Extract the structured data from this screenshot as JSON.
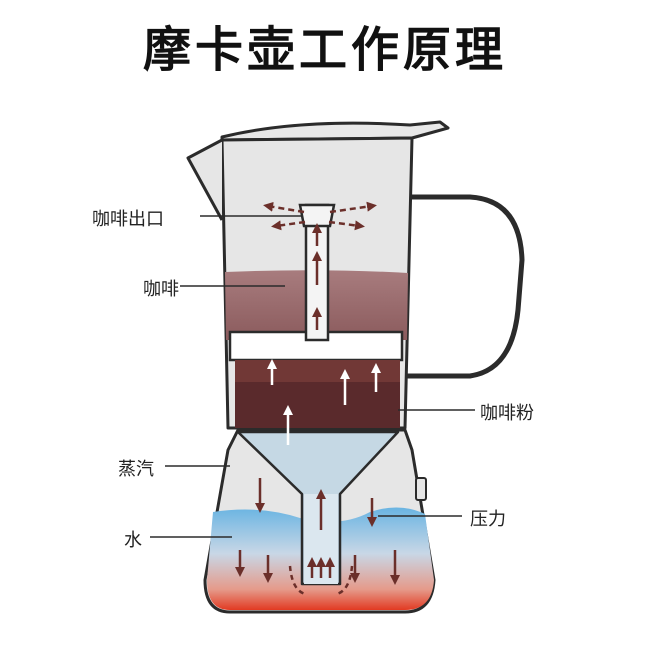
{
  "title": "摩卡壶工作原理",
  "labels": {
    "coffee_outlet": "咖啡出口",
    "coffee": "咖啡",
    "coffee_grounds": "咖啡粉",
    "steam": "蒸汽",
    "water": "水",
    "pressure": "压力"
  },
  "colors": {
    "coffee_liquid": "#9a6e70",
    "coffee_grounds": "#5a2a2c",
    "water": "#6ab4e2",
    "heat": "#e23a22",
    "steam": "#c5d8e4",
    "steel": "#e6e6e6",
    "outline": "#2b2b2b",
    "arrow": "#6b2f2a"
  }
}
